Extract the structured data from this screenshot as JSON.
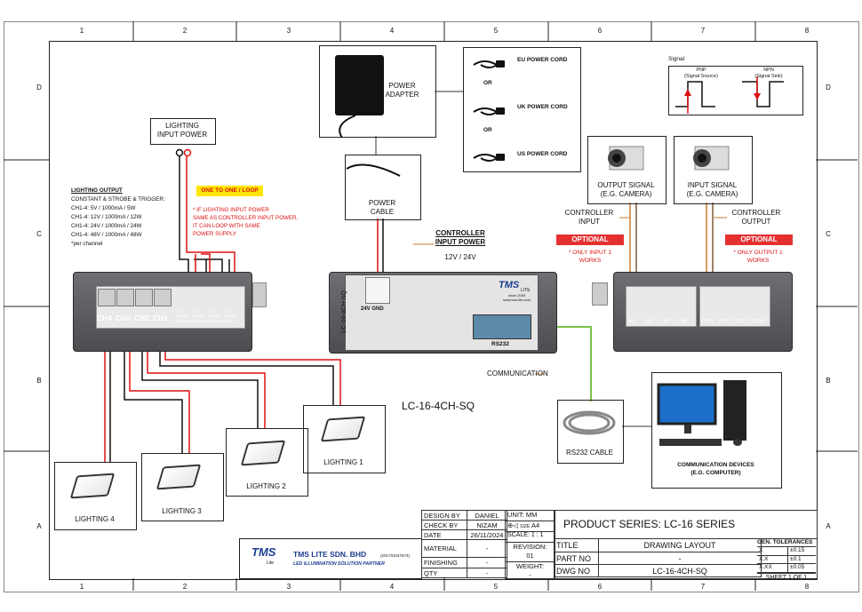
{
  "grid": {
    "cols": [
      "1",
      "2",
      "3",
      "4",
      "5",
      "6",
      "7",
      "8"
    ],
    "rows_top_to_bottom": [
      "D",
      "C",
      "B",
      "A"
    ]
  },
  "lighting_input_power": "LIGHTING\nINPUT POWER",
  "lighting_output": {
    "title": "LIGHTING OUTPUT",
    "line1": "CONSTANT & STROBE & TRIGGER:",
    "line2": "CH1-4: 5V / 1000mA / 5W",
    "line3": "CH1-4: 12V / 1000mA / 12W",
    "line4": "CH1-4: 24V / 1000mA / 24W",
    "line5": "CH1-4: 48V / 1000mA / 48W",
    "line6": "*per channel"
  },
  "one_to_one": "ONE TO ONE / LOOP",
  "note_power": {
    "l1": "* IF LIGHTING INPUT POWER",
    "l2": "SAME AS CONTROLLER INPUT POWER,",
    "l3": "IT CAN LOOP WITH SAME",
    "l4": "POWER SUPPLY"
  },
  "power_adapter": "POWER\nADAPTER",
  "power_cable": "POWER\nCABLE",
  "controller_input_power": "CONTROLLER\nINPUT POWER",
  "controller_voltage": "12V / 24V",
  "cords": {
    "or": "OR",
    "eu": "EU POWER CORD",
    "uk": "UK POWER CORD",
    "us": "US POWER CORD"
  },
  "signal": {
    "title": "Signal",
    "pnp": "PNP\n(Signal Source)",
    "npn": "NPN\n(Signal Sink)"
  },
  "output_signal": "OUTPUT SIGNAL\n(E.G. CAMERA)",
  "input_signal": "INPUT SIGNAL\n(E.G. CAMERA)",
  "controller_input": "CONTROLLER\nINPUT",
  "controller_output": "CONTROLLER\nOUTPUT",
  "optional": "OPTIONAL",
  "only_input": "* ONLY INPUT 1\nWORKS",
  "only_output": "* ONLY OUTPUT 1\nWORKS",
  "left_unit": {
    "channels": [
      "CH4",
      "CH3",
      "CH2",
      "CH1"
    ],
    "inputs": [
      "LIGHT\nINPUT 4",
      "LIGHT\nINPUT 3",
      "LIGHT\nINPUT 2",
      "LIGHT\nINPUT 1"
    ],
    "plus_minus": "+ -"
  },
  "center_unit": {
    "side_label": "LC-16-4CH-SQ",
    "gnd": "24V GND",
    "rs232": "RS232",
    "logo": "TMS",
    "logo_sub": "LITE",
    "since": "since 2009\nwww.tms-lite.com"
  },
  "right_unit": {
    "ins": [
      "IN1",
      "IN2",
      "IN3",
      "IN4"
    ],
    "outs": [
      "OUT1",
      "OUT2",
      "OUT3",
      "OUT4"
    ]
  },
  "communication": "COMMUNICATION",
  "model": "LC-16-4CH-SQ",
  "rs232_cable": "RS232 CABLE",
  "comm_devices": "COMMUNICATION DEVICES\n(E.G. COMPUTER)",
  "lightings": [
    "LIGHTING 1",
    "LIGHTING 2",
    "LIGHTING 3",
    "LIGHTING 4"
  ],
  "titleblock": {
    "design_by_k": "DESIGN BY",
    "design_by_v": "DANIEL",
    "check_by_k": "CHECK BY",
    "check_by_v": "NIZAM",
    "date_k": "DATE",
    "date_v": "26/11/2024",
    "material_k": "MATERIAL",
    "material_v": "-",
    "finishing_k": "FINISHING",
    "finishing_v": "-",
    "qty_k": "QTY",
    "qty_v": "-",
    "unit_k": "UNIT:",
    "unit_v": "MM",
    "size_k": "SIZE",
    "size_v": "A4",
    "scale": "SCALE: 1 : 1",
    "revision_k": "REVISION:",
    "revision_v": "01",
    "weight_k": "WEIGHT:",
    "weight_v": "-",
    "product_series": "PRODUCT SERIES: LC-16 SERIES",
    "title_k": "TITLE",
    "title_v": "DRAWING LAYOUT",
    "partno_k": "PART NO",
    "partno_v": "-",
    "dwgno_k": "DWG NO",
    "dwgno_v": "LC-16-4CH-SQ",
    "gen_tol": "GEN. TOLERANCES",
    "tol": [
      [
        "X",
        "±0.15"
      ],
      [
        "X.X",
        "±0.1"
      ],
      [
        "X.XX",
        "±0.05"
      ]
    ],
    "sheet": "SHEET 1 OF 1"
  },
  "company": {
    "logo": "TMS",
    "logo_sub": "Lite",
    "name": "TMS LITE SDN. BHD",
    "reg": "(201701047574)",
    "tagline": "LED ILLUMINATION SOLUTION PARTNER"
  },
  "colors": {
    "red": "#d11111",
    "wire": "#111111",
    "orange": "#c97a2c",
    "green": "#7cc04a"
  }
}
